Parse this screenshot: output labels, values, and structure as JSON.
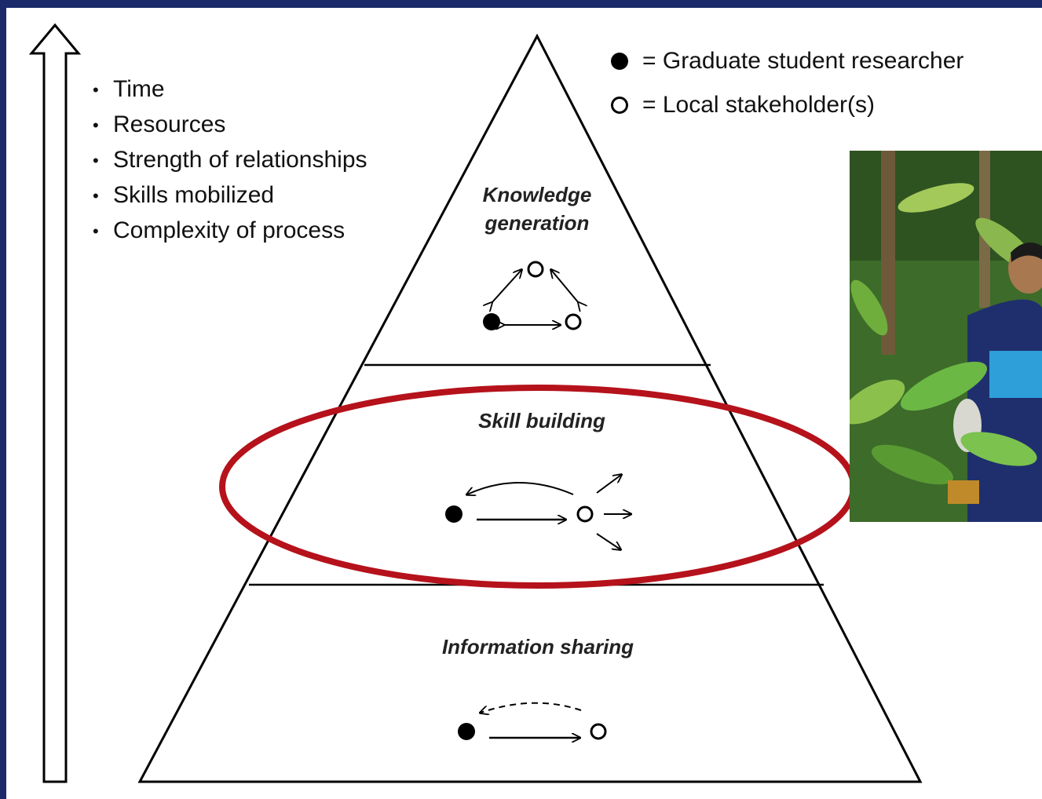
{
  "factors": [
    "Time",
    "Resources",
    "Strength of relationships",
    "Skills mobilized",
    "Complexity of process"
  ],
  "legend": {
    "filled_label": "= Graduate student researcher",
    "open_label": "= Local stakeholder(s)"
  },
  "levels": {
    "top": "Knowledge generation",
    "middle": "Skill building",
    "bottom": "Information sharing"
  },
  "highlight_color": "#b5121b",
  "background_color": "#1b2a6b",
  "photo": {
    "description_icon": "field-photo"
  }
}
